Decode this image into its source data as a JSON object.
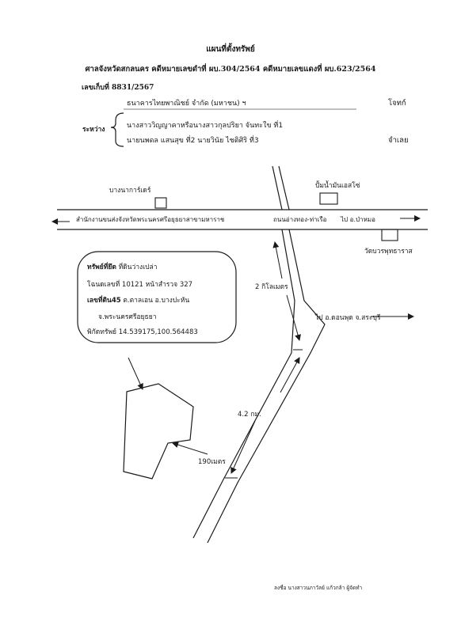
{
  "header": {
    "title": "แผนที่ตั้งทรัพย์",
    "subtitle": "ศาลจังหวัดสกลนคร คดีหมายเลขดำที่ ผบ.304/2564 คดีหมายเลขแดงที่ ผบ.623/2564",
    "ref": "เลขเก็บที่ 8831/2567"
  },
  "parties": {
    "between_label": "ระหว่าง",
    "plaintiff": "ธนาคารไทยพาณิชย์ จำกัด (มหาชน) ฯ",
    "plaintiff_role": "โจทก์",
    "defendant_line1": "นางสาววิญญาคาหรือนางสาวกุลปริยา จันทะใข ที่1",
    "defendant_line2": "นายนพดล แสนสุข ที่2 นายวินัย ไชติศิริ ที่3",
    "defendant_role": "จำเลย"
  },
  "map": {
    "landmark_left": "บางนาการ์เดร์",
    "landmark_gas": "ปั้มน้ำมันเอสโซ่",
    "road_left": "สำนักงานขนส่งจังหวัดพระนครศรีอยุธยาสาขามหาราช",
    "road_center": "ถนนอ่างทอง-ท่าเรือ",
    "road_right": "ไป อ.ป่าหมอ",
    "temple": "วัดบวรพุทธาราส",
    "dist1": "2 กิโลเมตร",
    "road_side": "ไป อ.ดอนพุด จ.สระบุรี",
    "dist2": "4.2 กม.",
    "dist3": "190เมตร"
  },
  "property": {
    "label_bold": "ทรัพย์ที่ยึด",
    "label_rest": "ที่ดินว่างเปล่า",
    "line2": "โฉนดเลขที่ 10121 หน้าสำรวจ 327",
    "line3_bold": "เลขที่ดิน45",
    "line3_rest": "ต.ตาลเอน อ.บางปะหัน",
    "line4": "จ.พระนครศรีอยุธยา",
    "line5": "พิกัดทรัพย์ 14.539175,100.564483"
  },
  "footer": {
    "note": "ลงชื่อ นางสาวนภาวัลย์ แก้วกล้า ผู้จัดทำ"
  }
}
